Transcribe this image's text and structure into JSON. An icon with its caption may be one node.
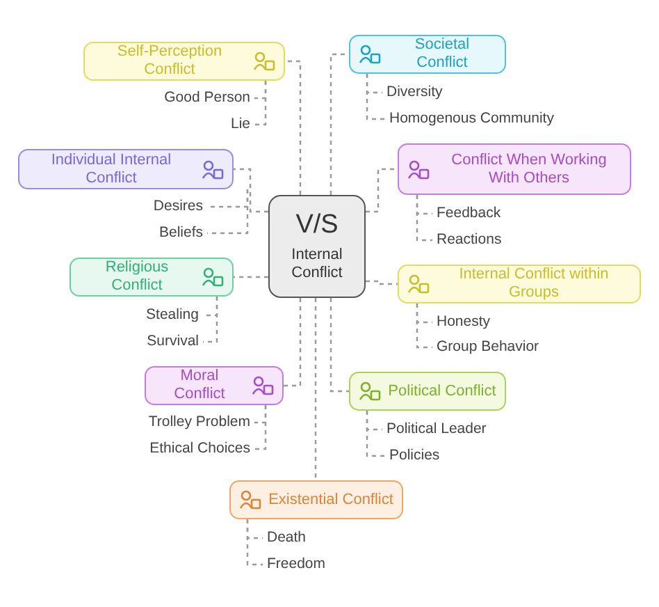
{
  "diagram": {
    "nodes": [
      {
        "text": [
          "V/S",
          "Internal Conflict"
        ]
      },
      {
        "text": [
          "Self-Perception Conflict"
        ]
      },
      {
        "text": [
          "Good Person"
        ]
      },
      {
        "text": [
          "Lie"
        ]
      },
      {
        "text": [
          "Societal Conflict"
        ]
      },
      {
        "text": [
          "Diversity"
        ]
      },
      {
        "text": [
          "Homogenous Community"
        ]
      },
      {
        "text": [
          "Individual Internal Conflict"
        ]
      },
      {
        "text": [
          "Desires"
        ]
      },
      {
        "text": [
          "Beliefs"
        ]
      },
      {
        "text": [
          "Conflict When Working With Others"
        ]
      },
      {
        "text": [
          "Feedback"
        ]
      },
      {
        "text": [
          "Reactions"
        ]
      },
      {
        "text": [
          "Religious Conflict"
        ]
      },
      {
        "text": [
          "Stealing"
        ]
      },
      {
        "text": [
          "Survival"
        ]
      },
      {
        "text": [
          "Internal Conflict within Groups"
        ]
      },
      {
        "text": [
          "Honesty"
        ]
      },
      {
        "text": [
          "Group Behavior"
        ]
      },
      {
        "text": [
          "Moral Conflict"
        ]
      },
      {
        "text": [
          "Trolley Problem"
        ]
      },
      {
        "text": [
          "Ethical Choices"
        ]
      },
      {
        "text": [
          "Political Conflict"
        ]
      },
      {
        "text": [
          "Political Leader"
        ]
      },
      {
        "text": [
          "Policies"
        ]
      },
      {
        "text": [
          "Existential Conflict"
        ]
      },
      {
        "text": [
          "Death"
        ]
      },
      {
        "text": [
          "Freedom"
        ]
      }
    ],
    "edges": [
      {
        "from": 0,
        "to": 1,
        "arrow": "none",
        "style": "dashed"
      },
      {
        "from": 1,
        "to": 2,
        "arrow": "none",
        "style": "dashed"
      },
      {
        "from": 1,
        "to": 3,
        "arrow": "none",
        "style": "dashed"
      },
      {
        "from": 0,
        "to": 4,
        "arrow": "none",
        "style": "dashed"
      },
      {
        "from": 4,
        "to": 5,
        "arrow": "none",
        "style": "dashed"
      },
      {
        "from": 4,
        "to": 6,
        "arrow": "none",
        "style": "dashed"
      },
      {
        "from": 0,
        "to": 7,
        "arrow": "none",
        "style": "dashed"
      },
      {
        "from": 7,
        "to": 8,
        "arrow": "none",
        "style": "dashed"
      },
      {
        "from": 7,
        "to": 9,
        "arrow": "none",
        "style": "dashed"
      },
      {
        "from": 0,
        "to": 10,
        "arrow": "none",
        "style": "dashed"
      },
      {
        "from": 10,
        "to": 11,
        "arrow": "none",
        "style": "dashed"
      },
      {
        "from": 10,
        "to": 12,
        "arrow": "none",
        "style": "dashed"
      },
      {
        "from": 0,
        "to": 13,
        "arrow": "none",
        "style": "dashed"
      },
      {
        "from": 13,
        "to": 14,
        "arrow": "none",
        "style": "dashed"
      },
      {
        "from": 13,
        "to": 15,
        "arrow": "none",
        "style": "dashed"
      },
      {
        "from": 0,
        "to": 16,
        "arrow": "none",
        "style": "dashed"
      },
      {
        "from": 16,
        "to": 17,
        "arrow": "none",
        "style": "dashed"
      },
      {
        "from": 16,
        "to": 18,
        "arrow": "none",
        "style": "dashed"
      },
      {
        "from": 0,
        "to": 19,
        "arrow": "none",
        "style": "dashed"
      },
      {
        "from": 19,
        "to": 20,
        "arrow": "none",
        "style": "dashed"
      },
      {
        "from": 19,
        "to": 21,
        "arrow": "none",
        "style": "dashed"
      },
      {
        "from": 0,
        "to": 22,
        "arrow": "none",
        "style": "dashed"
      },
      {
        "from": 22,
        "to": 23,
        "arrow": "none",
        "style": "dashed"
      },
      {
        "from": 22,
        "to": 24,
        "arrow": "none",
        "style": "dashed"
      },
      {
        "from": 0,
        "to": 25,
        "arrow": "none",
        "style": "dashed"
      },
      {
        "from": 25,
        "to": 26,
        "arrow": "none",
        "style": "dashed"
      },
      {
        "from": 25,
        "to": 27,
        "arrow": "none",
        "style": "dashed"
      }
    ]
  }
}
